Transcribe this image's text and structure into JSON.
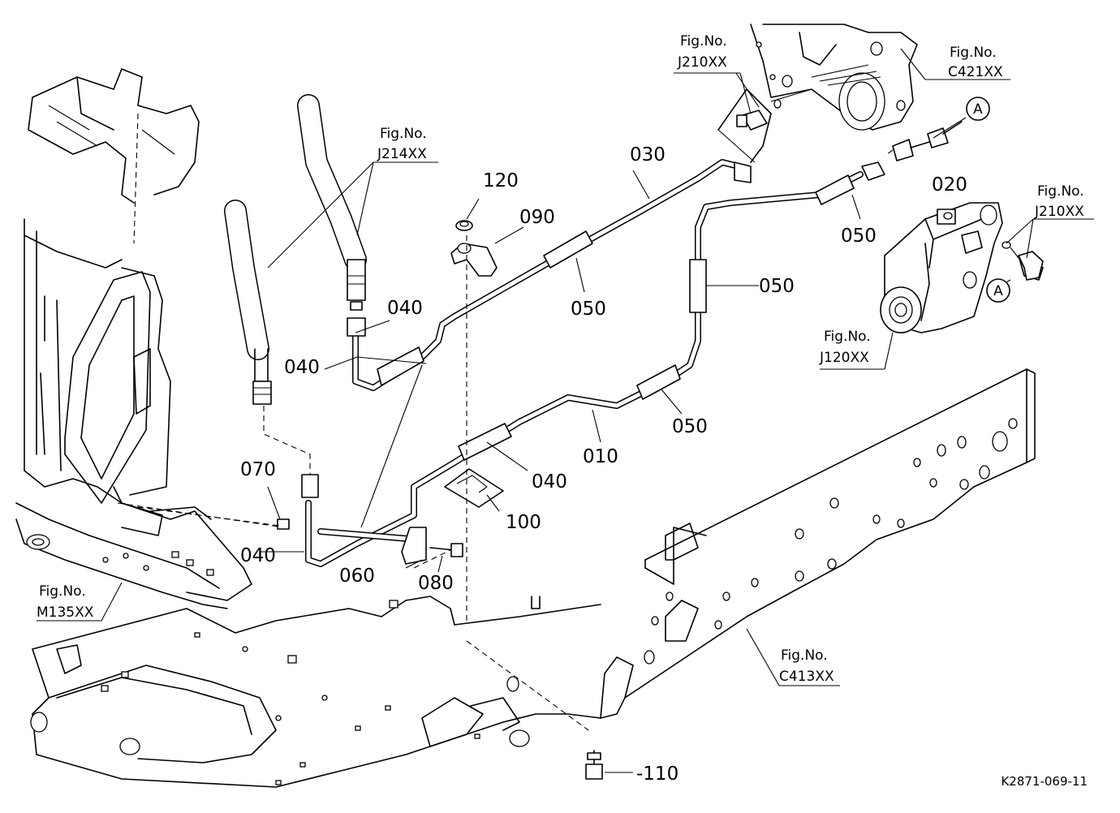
{
  "part_labels": {
    "p010": "010",
    "p020": "020",
    "p030": "030",
    "p040_a": "040",
    "p040_b": "040",
    "p040_c": "040",
    "p040_d": "040",
    "p050_a": "050",
    "p050_b": "050",
    "p050_c": "050",
    "p050_d": "050",
    "p060": "060",
    "p070": "070",
    "p080": "080",
    "p090": "090",
    "p100": "100",
    "p110": "-110",
    "p120": "120"
  },
  "figure_refs": {
    "j214": {
      "caption": "Fig.No.",
      "code": "J214XX"
    },
    "j210_top": {
      "caption": "Fig.No.",
      "code": "J210XX"
    },
    "c421": {
      "caption": "Fig.No.",
      "code": "C421XX"
    },
    "j210_right": {
      "caption": "Fig.No.",
      "code": "J210XX"
    },
    "j120": {
      "caption": "Fig.No.",
      "code": "J120XX"
    },
    "m135": {
      "caption": "Fig.No.",
      "code": "M135XX"
    },
    "c413": {
      "caption": "Fig.No.",
      "code": "C413XX"
    }
  },
  "connection_markers": {
    "top": "A",
    "right": "A"
  },
  "drawing_code": "K2871-069-11"
}
